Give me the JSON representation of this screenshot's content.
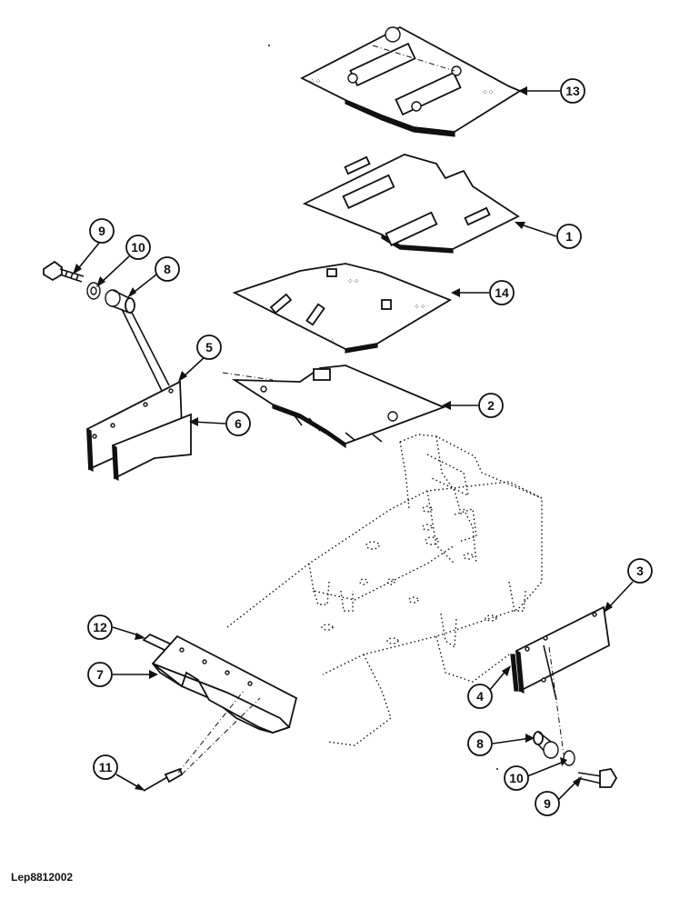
{
  "figure": {
    "reference_code": "Lep8812002",
    "callouts": [
      {
        "id": "c13",
        "label": "13"
      },
      {
        "id": "c1",
        "label": "1"
      },
      {
        "id": "c14",
        "label": "14"
      },
      {
        "id": "c2",
        "label": "2"
      },
      {
        "id": "c9a",
        "label": "9"
      },
      {
        "id": "c10a",
        "label": "10"
      },
      {
        "id": "c8a",
        "label": "8"
      },
      {
        "id": "c5",
        "label": "5"
      },
      {
        "id": "c6",
        "label": "6"
      },
      {
        "id": "c3",
        "label": "3"
      },
      {
        "id": "c4",
        "label": "4"
      },
      {
        "id": "c12",
        "label": "12"
      },
      {
        "id": "c7",
        "label": "7"
      },
      {
        "id": "c11",
        "label": "11"
      },
      {
        "id": "c8b",
        "label": "8"
      },
      {
        "id": "c10b",
        "label": "10"
      },
      {
        "id": "c9b",
        "label": "9"
      }
    ]
  }
}
